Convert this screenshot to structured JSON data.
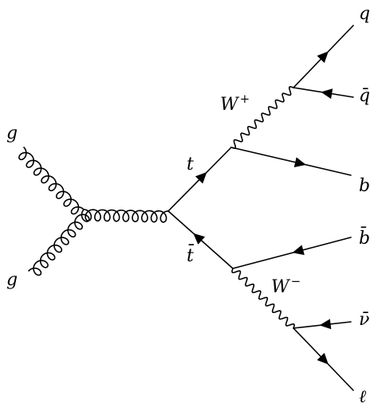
{
  "diagram": {
    "labels": {
      "gluon_top": "g",
      "gluon_bottom": "g",
      "top": "t",
      "antitop": "t̄",
      "w_plus_base": "W",
      "w_plus_sign": "+",
      "w_minus_base": "W",
      "w_minus_sign": "−",
      "quark": "q",
      "antiquark": "q̄",
      "bottom": "b",
      "antibottom": "b̄",
      "antineutrino": "ν̄",
      "lepton": "ℓ"
    }
  }
}
